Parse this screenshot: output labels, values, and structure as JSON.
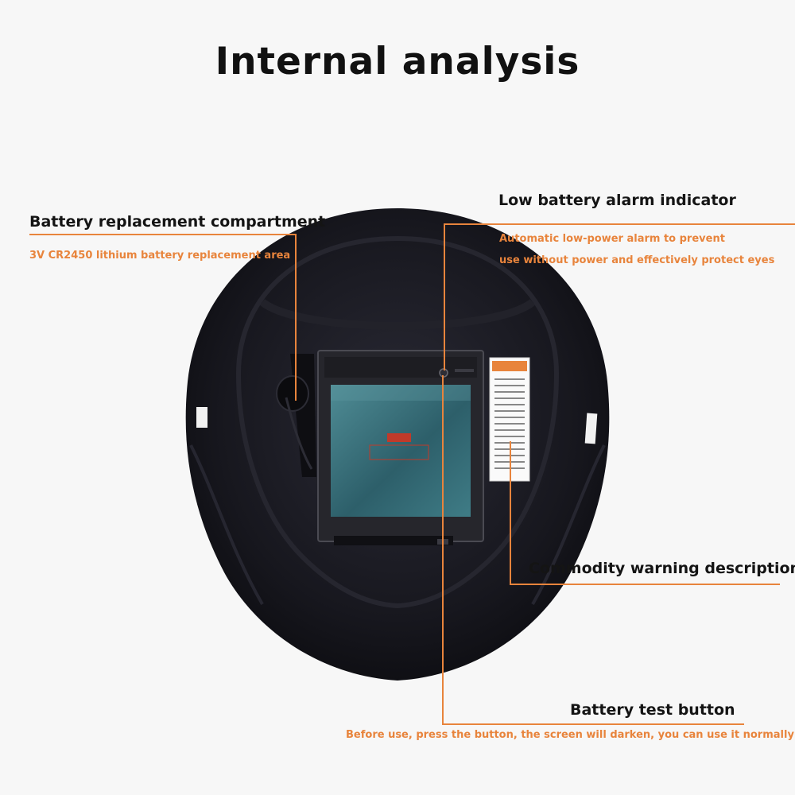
{
  "title": "Internal analysis",
  "callouts": {
    "battery_compartment": {
      "label": "Battery replacement compartment",
      "description": "3V CR2450 lithium battery replacement area"
    },
    "low_battery": {
      "label": "Low battery alarm indicator",
      "description_line1": "Automatic low-power alarm to prevent",
      "description_line2": "use without power and effectively protect eyes"
    },
    "warning": {
      "label": "Commodity warning description"
    },
    "test_button": {
      "label": "Battery test button",
      "description": "Before use, press the button, the screen will darken, you can use it normally"
    }
  },
  "colors": {
    "accent": "#e8843c",
    "helmet": "#15151d",
    "background": "#f7f7f7",
    "lens": "#3a6e78"
  }
}
